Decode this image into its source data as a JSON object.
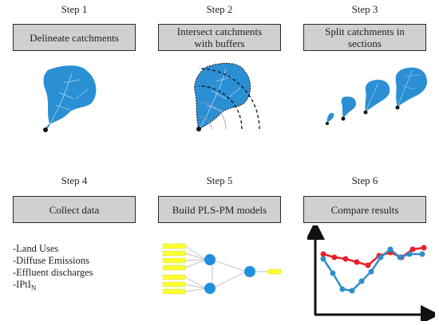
{
  "steps": [
    {
      "label": "Step 1",
      "box": "Delineate catchments"
    },
    {
      "label": "Step 2",
      "box_lines": [
        "Intersect catchments",
        "with buffers"
      ]
    },
    {
      "label": "Step 3",
      "box_lines": [
        "Split catchments in",
        "sections"
      ]
    },
    {
      "label": "Step 4",
      "box": "Collect data"
    },
    {
      "label": "Step 5",
      "box": "Build PLS-PM models"
    },
    {
      "label": "Step 6",
      "box": "Compare results"
    }
  ],
  "data_items": [
    "-Land Uses",
    "-Diffuse Emissions",
    "-Effluent discharges"
  ],
  "data_item_ipti": {
    "prefix": "-IPtI",
    "subscript": "N"
  },
  "colors": {
    "catchment_fill": "#2b8fd4",
    "box_fill": "#d0d0d0",
    "node_blue": "#1f8fe0",
    "indicator_yellow": "#ffff33",
    "series_red": "#e8202a",
    "series_blue": "#2f8fc8"
  },
  "icons": [
    "catchment-shape",
    "outlet-point",
    "buffer-arc"
  ]
}
